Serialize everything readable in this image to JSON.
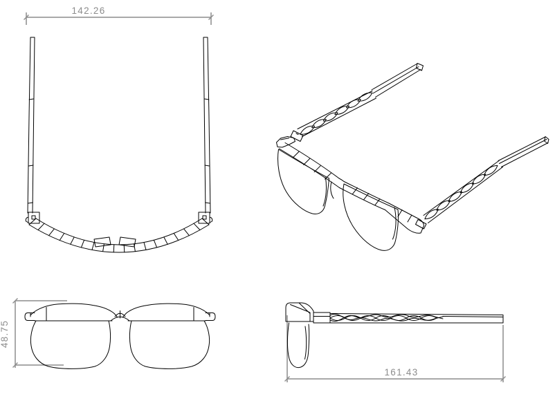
{
  "colors": {
    "background": "#ffffff",
    "line": "#000000",
    "dimension": "#8c8c8c"
  },
  "views": {
    "top_view": {
      "dimension_width": "142.26"
    },
    "front_view": {
      "dimension_height": "48.75"
    },
    "side_view": {
      "dimension_length": "161.43"
    },
    "isometric_view": {}
  }
}
